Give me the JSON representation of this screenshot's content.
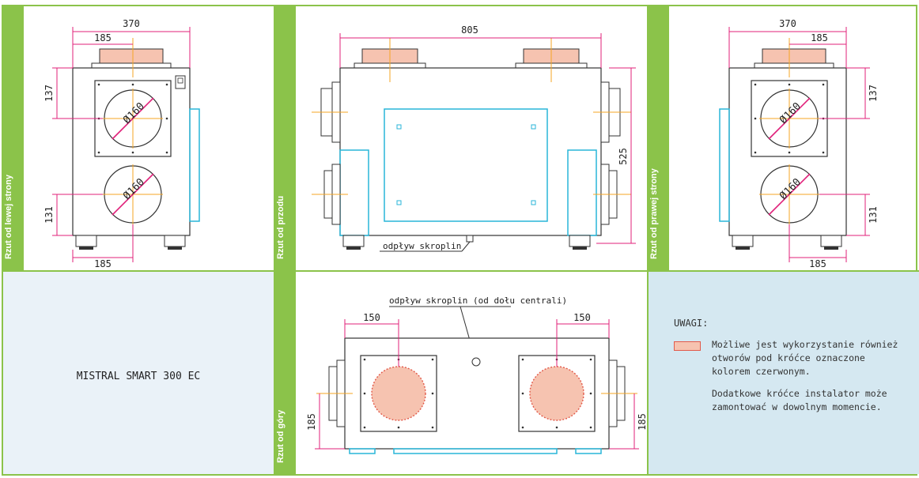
{
  "panels": {
    "left_view_label": "Rzut od lewej strony",
    "front_view_label": "Rzut od przodu",
    "right_view_label": "Rzut od prawej strony",
    "top_view_label": "Rzut od góry"
  },
  "left_view": {
    "dim_width": "370",
    "dim_top_half": "185",
    "dim_upper_height": "137",
    "dim_lower_height": "131",
    "dim_bottom_half": "185",
    "circle_upper": "Ø160",
    "circle_lower": "Ø160"
  },
  "front_view": {
    "dim_width": "805",
    "dim_height": "525",
    "drain_label": "odpływ skroplin"
  },
  "right_view": {
    "dim_width": "370",
    "dim_top_half": "185",
    "dim_upper_height": "137",
    "dim_lower_height": "131",
    "dim_bottom_half": "185",
    "circle_upper": "Ø160",
    "circle_lower": "Ø160"
  },
  "top_view": {
    "drain_label": "odpływ skroplin (od dołu centrali)",
    "dim_left_offset": "150",
    "dim_right_offset": "150",
    "dim_left_height": "185",
    "dim_right_height": "185"
  },
  "model": {
    "name": "MISTRAL SMART 300 EC"
  },
  "notes": {
    "title": "UWAGI:",
    "paragraph1": [
      "Możliwe jest wykorzystanie również",
      "otworów pod króćce oznaczone",
      "kolorem czerwonym."
    ],
    "paragraph2": [
      "Dodatkowe króćce instalator może",
      "zamontować w dowolnym momencie."
    ]
  },
  "colors": {
    "frame_green": "#8bc34a",
    "dimension_pink": "#e0217a",
    "cyan": "#29b6d8",
    "axis_orange": "#f5a623",
    "red_fill": "#f6c3b0"
  }
}
